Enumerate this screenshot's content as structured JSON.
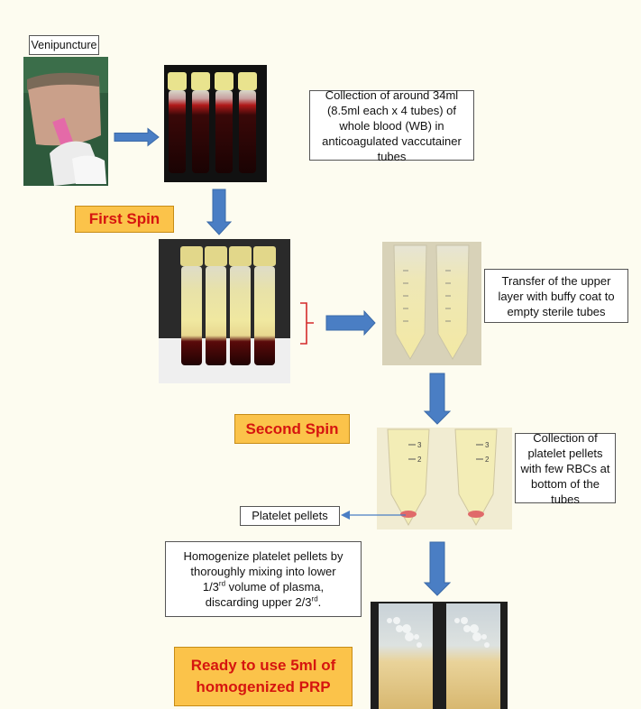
{
  "labels": {
    "venipuncture": "Venipuncture",
    "collection_whole_blood": "Collection of around 34ml (8.5ml each x 4 tubes) of whole blood (WB) in anticoagulated vaccutainer tubes",
    "first_spin": "First Spin",
    "transfer": "Transfer  of the upper layer with buffy coat to empty sterile tubes",
    "second_spin": "Second Spin",
    "collection_pellets": "Collection of platelet pellets with few RBCs at bottom of the tubes",
    "platelet_pellets": "Platelet pellets",
    "homogenize": {
      "line1": "Homogenize platelet pellets by",
      "line2": "thoroughly mixing into lower",
      "line3_a": "1/3",
      "line3_sup": "rd",
      "line3_b": " volume of plasma,",
      "line4_a": "discarding upper 2/3",
      "line4_sup": "rd",
      "line4_b": "."
    },
    "ready_line1": "Ready to use 5ml of",
    "ready_line2": "homogenized PRP"
  },
  "colors": {
    "arrow": "#4a7ec4",
    "bracket": "#d42a2a",
    "label_fill": "#fbc34a",
    "label_text": "#d6150f"
  },
  "tube_marks": [
    "3",
    "2"
  ]
}
